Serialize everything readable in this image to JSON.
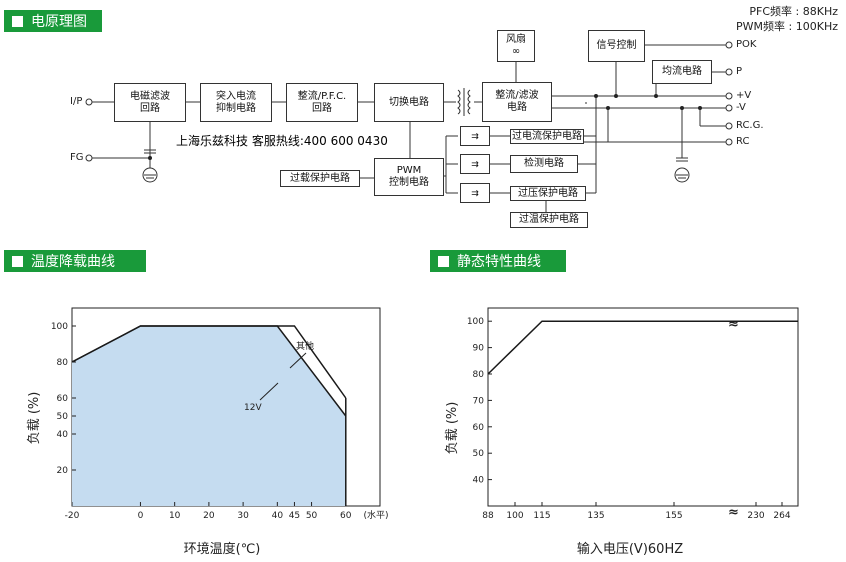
{
  "sections": {
    "schematic": "电原理图",
    "derating": "温度降载曲线",
    "static": "静态特性曲线"
  },
  "freq": {
    "pfc": "PFC频率 : 88KHz",
    "pwm": "PWM频率 : 100KHz"
  },
  "hotline": "上海乐兹科技 客服热线:400 600 0430",
  "blocks": {
    "emi": "电磁滤波\n回路",
    "inrush": "突入电流\n抑制电路",
    "pfc": "整流/P.F.C.\n回路",
    "switch": "切换电路",
    "rect": "整流/滤波\n电路",
    "fan": "风扇",
    "signal": "信号控制",
    "share": "均流电路",
    "pwm": "PWM\n控制电路",
    "olp": "过载保护电路",
    "ocp": "过电流保护电路",
    "detect": "检测电路",
    "ovp": "过压保护电路",
    "otp": "过温保护电路"
  },
  "terminals": {
    "ip": "I/P",
    "fg": "FG",
    "pok": "POK",
    "p": "P",
    "vplus": "+V",
    "vminus": "-V",
    "rcg": "RC.G.",
    "rc": "RC"
  },
  "derating": {
    "ylabel": "负载 (%)",
    "xlabel": "环境温度(℃)",
    "x_unit": "(水平)",
    "x_ticks": [
      "-20",
      "0",
      "10",
      "20",
      "30",
      "40",
      "45",
      "50",
      "60"
    ],
    "y_ticks": [
      "100",
      "80",
      "60",
      "50",
      "40",
      "20"
    ],
    "curve_12v": "12V",
    "curve_other": "其他"
  },
  "static_curve": {
    "ylabel": "负载 (%)",
    "xlabel": "输入电压(V)60HZ",
    "x_ticks": [
      "88",
      "100",
      "115",
      "135",
      "155",
      "230",
      "264"
    ],
    "y_ticks": [
      "100",
      "90",
      "80",
      "70",
      "60",
      "50",
      "40"
    ]
  },
  "chart_data": [
    {
      "type": "area",
      "x": [
        -20,
        0,
        40,
        60
      ],
      "series": [
        {
          "name": "12V",
          "values": [
            80,
            100,
            100,
            50
          ]
        },
        {
          "name": "其他",
          "values": [
            80,
            100,
            100,
            60
          ]
        }
      ],
      "other_points": {
        "x": [
          -20,
          0,
          45,
          60
        ],
        "y": [
          80,
          100,
          100,
          60
        ]
      },
      "xlabel": "环境温度(℃)",
      "ylabel": "负载 (%)",
      "xlim": [
        -20,
        70
      ],
      "ylim": [
        0,
        110
      ],
      "grid": false
    },
    {
      "type": "line",
      "x": [
        88,
        115,
        264
      ],
      "values": [
        80,
        100,
        100
      ],
      "xlabel": "输入电压(V)60HZ",
      "ylabel": "负载 (%)",
      "xlim": [
        88,
        264
      ],
      "ylim": [
        30,
        105
      ],
      "grid": false,
      "axis_break": true
    }
  ],
  "colors": {
    "header": "#199a3a",
    "fill": "#c5dcf0",
    "line": "#1a1a1a"
  }
}
